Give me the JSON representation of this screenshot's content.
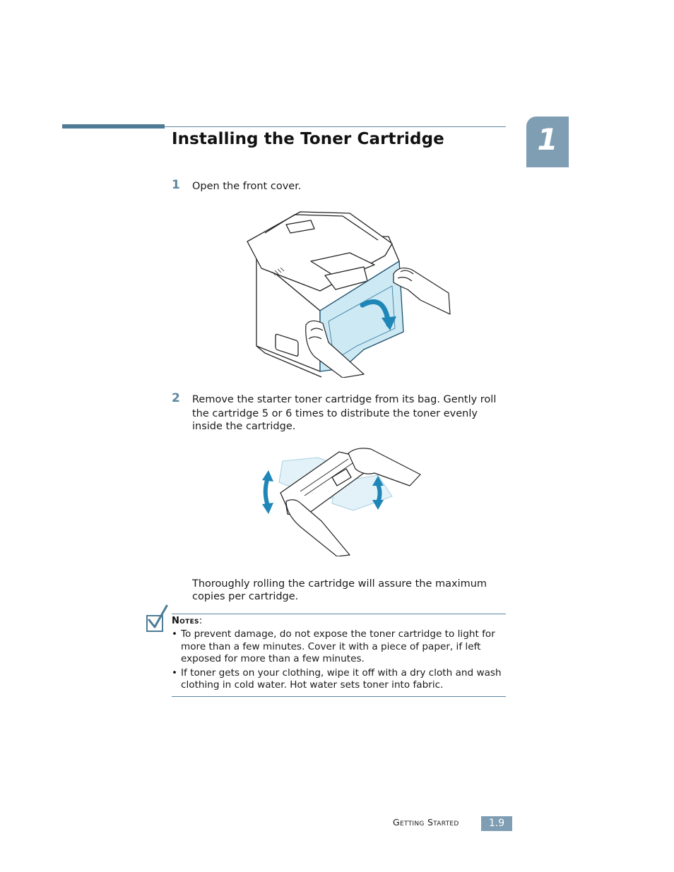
{
  "section": {
    "title": "Installing the Toner Cartridge",
    "chapter_number": "1"
  },
  "steps": [
    {
      "number": "1",
      "text": "Open the front cover."
    },
    {
      "number": "2",
      "text_lines": [
        "Remove the starter toner cartridge from its bag. Gently roll",
        "the cartridge 5 or 6 times to distribute the toner evenly",
        "inside the cartridge."
      ]
    }
  ],
  "after_step_2": {
    "text_lines": [
      "Thoroughly rolling the cartridge will assure the maximum",
      "copies per cartridge."
    ]
  },
  "notes": {
    "heading": "Notes",
    "colon": ":",
    "items": [
      "To prevent damage, do not expose the toner cartridge to light for more than a few minutes. Cover it with a piece of paper, if left exposed for more than a few minutes.",
      "If toner gets on your clothing, wipe it off with a dry cloth and wash clothing in cold water. Hot water sets toner into fabric."
    ]
  },
  "footer": {
    "section_label": "Getting Started",
    "page_number": "1.9"
  },
  "colors": {
    "accent": "#5d86a0",
    "tab": "#7f9db3",
    "highlight_blue": "#cde9f4",
    "arrow_blue": "#1f86b8"
  }
}
